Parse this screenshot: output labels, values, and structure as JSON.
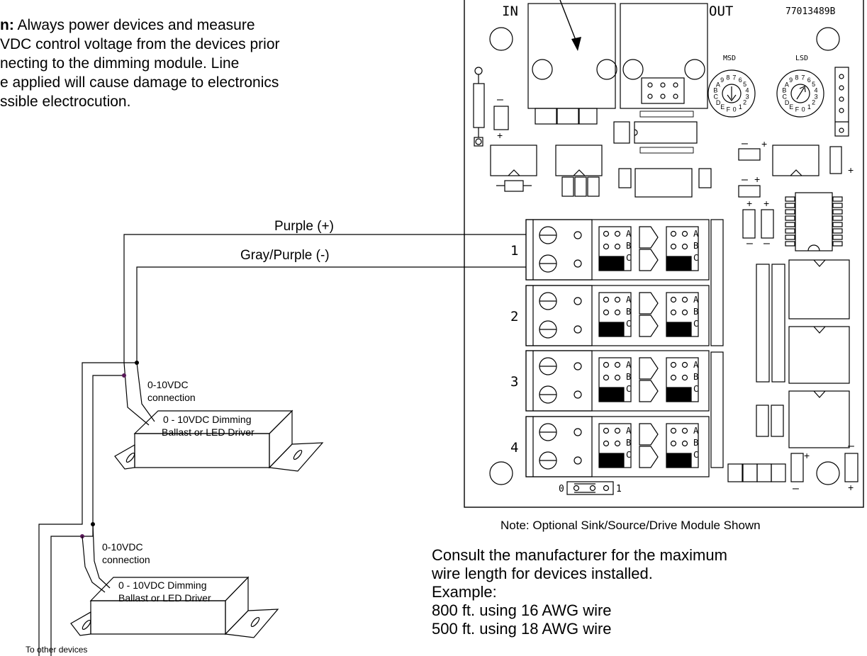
{
  "caution": {
    "lead": "n:",
    "lines": [
      "Always power devices and measure",
      "VDC control voltage from the devices prior",
      "necting to the dimming module. Line",
      "e applied will cause damage to electronics",
      "ssible electrocution."
    ]
  },
  "wires": {
    "purple_label": "Purple (+)",
    "gray_label": "Gray/Purple (-)"
  },
  "ballasts": [
    {
      "connection_line1": "0-10VDC",
      "connection_line2": "connection",
      "box_line1": "0 - 10VDC Dimming",
      "box_line2": "Ballast or LED Driver"
    },
    {
      "connection_line1": "0-10VDC",
      "connection_line2": "connection",
      "box_line1": "0 - 10VDC Dimming",
      "box_line2": "Ballast or LED Driver"
    }
  ],
  "other_devices_label": "To other devices",
  "board": {
    "in_label": "IN",
    "out_label": "OUT",
    "part_number": "77013489B",
    "msd_label": "MSD",
    "lsd_label": "LSD",
    "channels": [
      "1",
      "2",
      "3",
      "4"
    ],
    "abc": [
      "A",
      "B",
      "C"
    ],
    "jumper_0": "0",
    "jumper_1": "1",
    "plus": "+",
    "minus": "–",
    "hex_digits": "0123456789ABCDEF"
  },
  "note": "Note: Optional Sink/Source/Drive Module Shown",
  "consult": {
    "lines": [
      "Consult the manufacturer for the maximum",
      "wire length for devices installed.",
      "Example:",
      "800 ft. using 16 AWG wire",
      "500 ft. using 18 AWG wire"
    ]
  }
}
